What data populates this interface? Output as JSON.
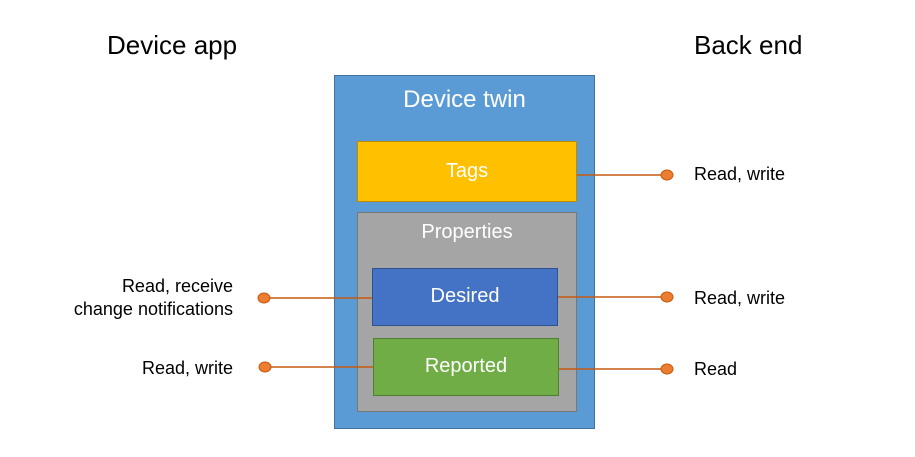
{
  "headings": {
    "device_app": "Device app",
    "back_end": "Back end"
  },
  "twin": {
    "title": "Device twin",
    "tags_label": "Tags",
    "properties_label": "Properties",
    "desired_label": "Desired",
    "reported_label": "Reported"
  },
  "access": {
    "tags_backend": "Read, write",
    "desired_backend": "Read, write",
    "reported_backend": "Read",
    "desired_device_line1": "Read, receive",
    "desired_device_line2": "change notifications",
    "reported_device": "Read, write"
  },
  "colors": {
    "twin": "#5b9bd5",
    "tags": "#ffc000",
    "properties": "#a5a5a5",
    "desired": "#4472c4",
    "reported": "#70ad47",
    "connector": "#c55a11",
    "endpoint": "#ed7d31"
  }
}
